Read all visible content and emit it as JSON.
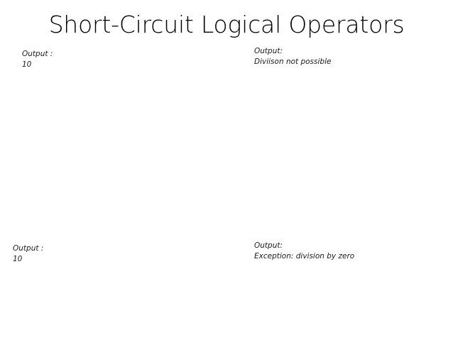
{
  "slide": {
    "title": "Short-Circuit Logical Operators",
    "background_color": "#ffffff",
    "title_color": "#000000",
    "body_text_color": "#1a1a1a"
  },
  "outputs": {
    "top_left": {
      "label": "Output :",
      "value": "10"
    },
    "top_right": {
      "label": "Output:",
      "value": "Diviison not possible"
    },
    "bottom_left": {
      "label": "Output :",
      "value": "10"
    },
    "bottom_right": {
      "label": "Output:",
      "value": "Exception: division by zero"
    }
  }
}
